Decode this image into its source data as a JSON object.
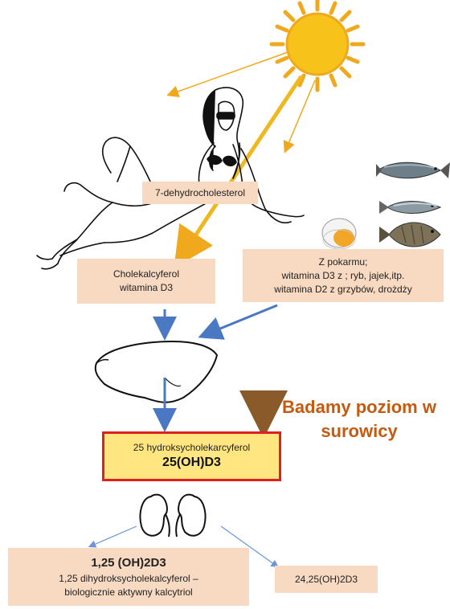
{
  "labels": {
    "precursor": "7-dehydrocholesterol",
    "d3_line1": "Cholekalcyferol",
    "d3_line2": "witamina D3",
    "food_line1": "Z pokarmu;",
    "food_line2": "witamina D3 z ; ryb, jajek,itp.",
    "food_line3": "witamina D2 z grzybów, drożdży",
    "callout_line1": "Badamy poziom w",
    "callout_line2": "surowicy",
    "calcidiol_name": "25 hydroksycholekarcyferol",
    "calcidiol_formula": "25(OH)D3",
    "calcitriol_formula": "1,25 (OH)2D3",
    "calcitriol_line1": "1,25 dihydroksycholekalcyferol –",
    "calcitriol_line2": "biologicznie aktywny kalcytriol",
    "inactive_metabolite": "24,25(OH)2D3"
  },
  "colors": {
    "sun": "#f7c21a",
    "sun_rays": "#f0a81c",
    "box_fill": "#f8d9c2",
    "highlight_fill": "#ffe680",
    "highlight_border": "#e02020",
    "callout_text": "#c55a11",
    "blue_arrow": "#4a78c2",
    "brown_arrow": "#8a5a2b"
  },
  "icons": [
    "sun-icon",
    "woman-sunbathing-illustration",
    "fish-icon",
    "egg-icon",
    "liver-icon",
    "kidneys-icon"
  ]
}
